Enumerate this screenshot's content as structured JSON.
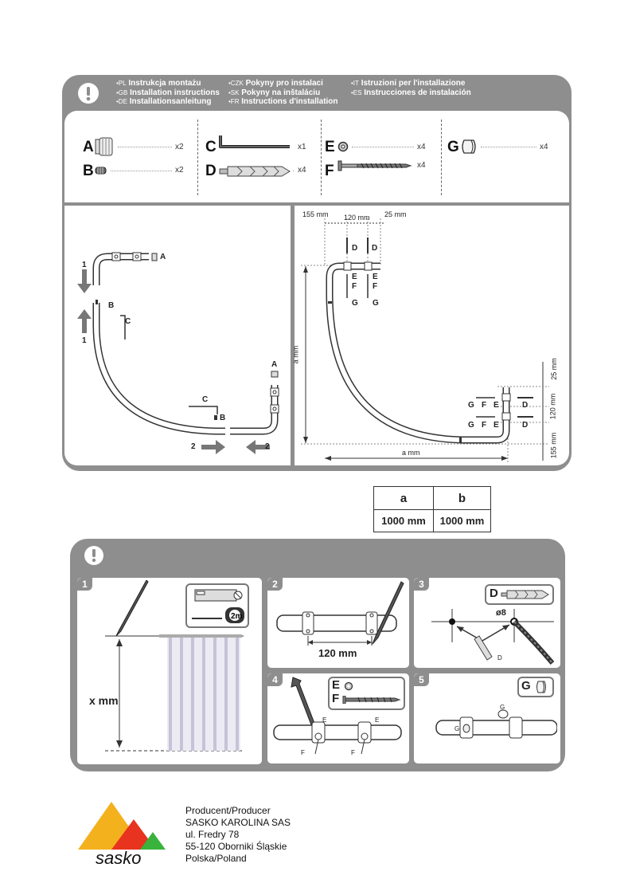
{
  "header": {
    "languages": [
      {
        "code": "•PL",
        "text": "Instrukcja montażu"
      },
      {
        "code": "•GB",
        "text": "Installation instructions"
      },
      {
        "code": "•DE",
        "text": "Installationsanleitung"
      },
      {
        "code": "•CZK",
        "text": "Pokyny pro instalaci"
      },
      {
        "code": "•SK",
        "text": "Pokyny na inštaláciu"
      },
      {
        "code": "•FR",
        "text": "Instructions d'installation"
      },
      {
        "code": "•IT",
        "text": "Istruzioni per l'installazione"
      },
      {
        "code": "•ES",
        "text": "Instrucciones de instalación"
      }
    ]
  },
  "parts": [
    {
      "letter": "A",
      "qty": "x2"
    },
    {
      "letter": "B",
      "qty": "x2"
    },
    {
      "letter": "C",
      "qty": "x1"
    },
    {
      "letter": "D",
      "qty": "x4"
    },
    {
      "letter": "E",
      "qty": "x4"
    },
    {
      "letter": "F",
      "qty": "x4"
    },
    {
      "letter": "G",
      "qty": "x4"
    }
  ],
  "assembly": {
    "labels": {
      "a": "A",
      "b": "B",
      "c": "C",
      "step1": "1",
      "step2": "2"
    }
  },
  "dimensions": {
    "top": [
      "155 mm",
      "120 mm",
      "25 mm"
    ],
    "left": "a mm",
    "bottom": "a mm",
    "right": [
      "25 mm",
      "120 mm",
      "155 mm"
    ],
    "callouts": {
      "d": "D",
      "e": "E",
      "f": "F",
      "g": "G"
    }
  },
  "table": {
    "headers": [
      "a",
      "b"
    ],
    "values": [
      "1000 mm",
      "1000 mm"
    ]
  },
  "steps": [
    {
      "num": "1",
      "label": "x mm"
    },
    {
      "num": "2",
      "label": "120 mm"
    },
    {
      "num": "3",
      "label": "ø8",
      "part": "D"
    },
    {
      "num": "4",
      "parts": [
        "E",
        "F"
      ]
    },
    {
      "num": "5",
      "part": "G"
    }
  ],
  "footer": {
    "brand": "sasko",
    "lines": [
      "Producent/Producer",
      "SASKO KAROLINA SAS",
      "ul. Fredry 78",
      "55-120 Oborniki Śląskie",
      "Polska/Poland"
    ]
  }
}
